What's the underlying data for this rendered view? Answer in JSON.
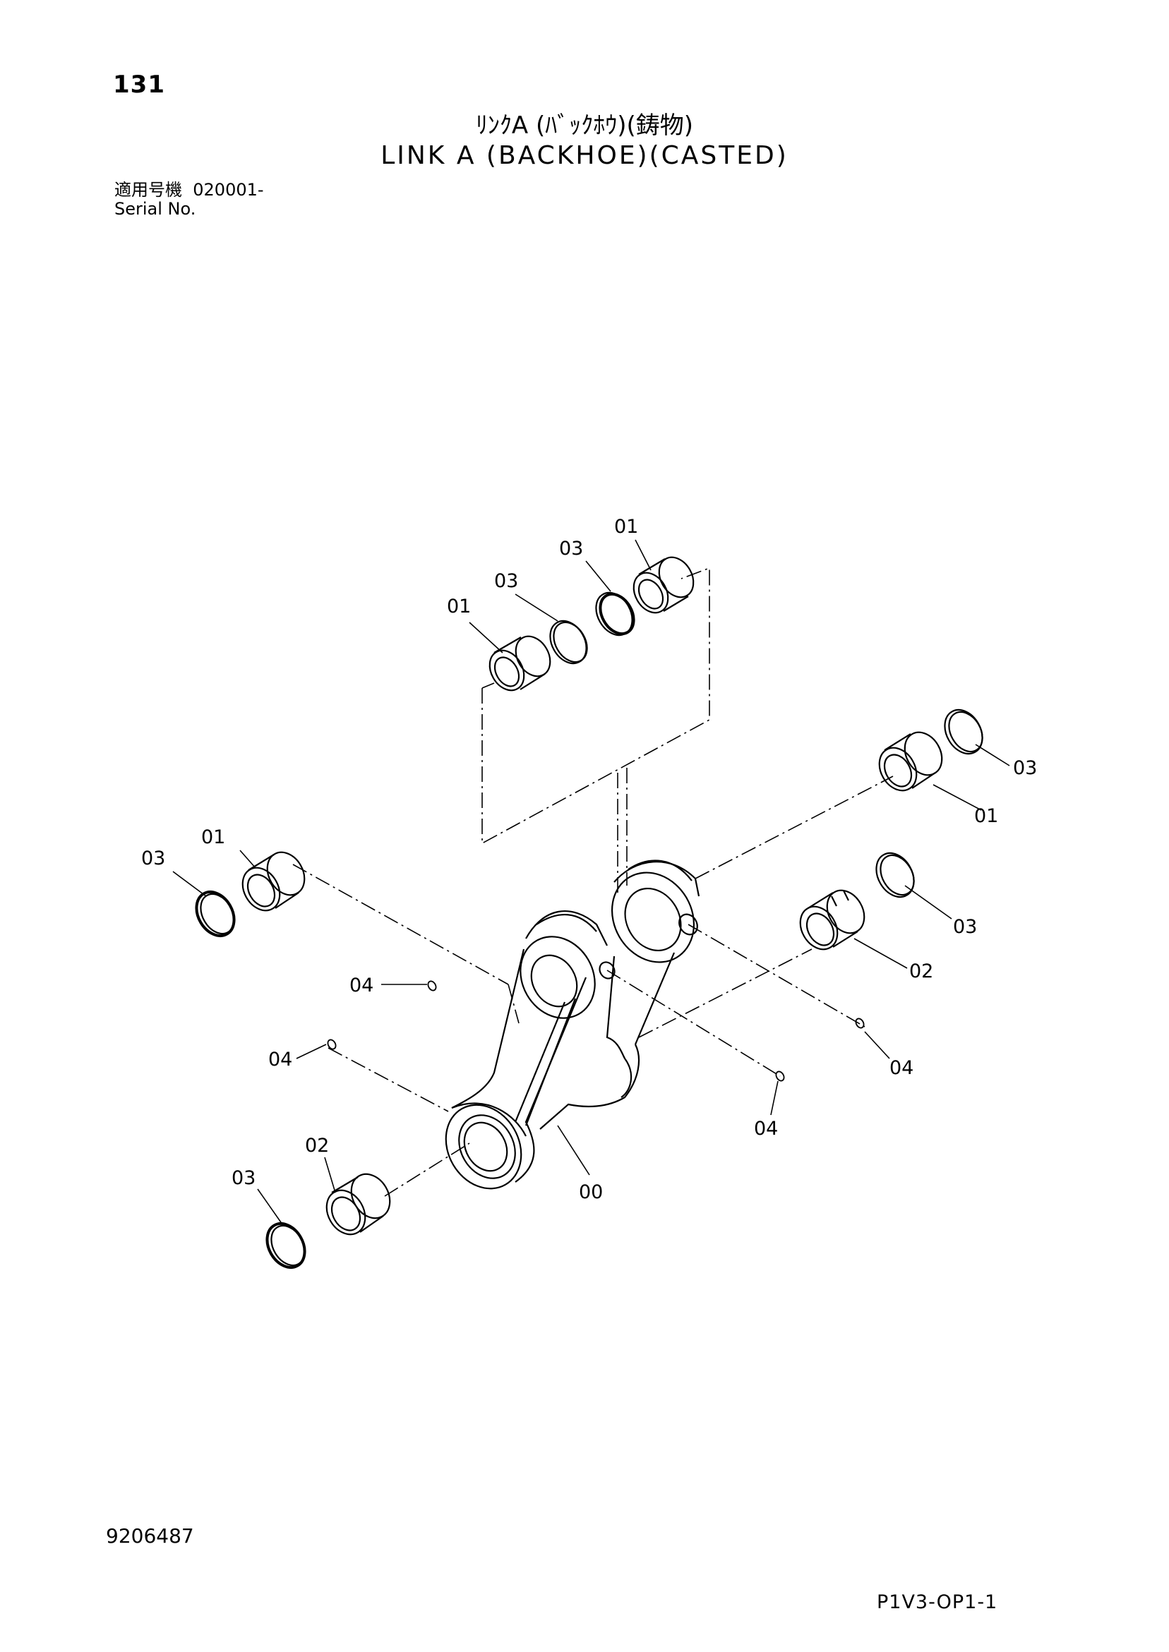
{
  "page_number": "131",
  "title": {
    "japanese": "ﾘﾝｸA (ﾊﾞｯｸﾎｳ)(鋳物)",
    "english": "LINK A (BACKHOE)(CASTED)"
  },
  "serial": {
    "label_jp": "適用号機",
    "value": "020001-",
    "label_en": "Serial No."
  },
  "diagram": {
    "callouts": [
      "01",
      "03",
      "03",
      "01",
      "03",
      "01",
      "01",
      "03",
      "02",
      "03",
      "04",
      "04",
      "04",
      "04",
      "02",
      "03",
      "00"
    ]
  },
  "document_number": "9206487",
  "page_code": "P1V3-OP1-1"
}
